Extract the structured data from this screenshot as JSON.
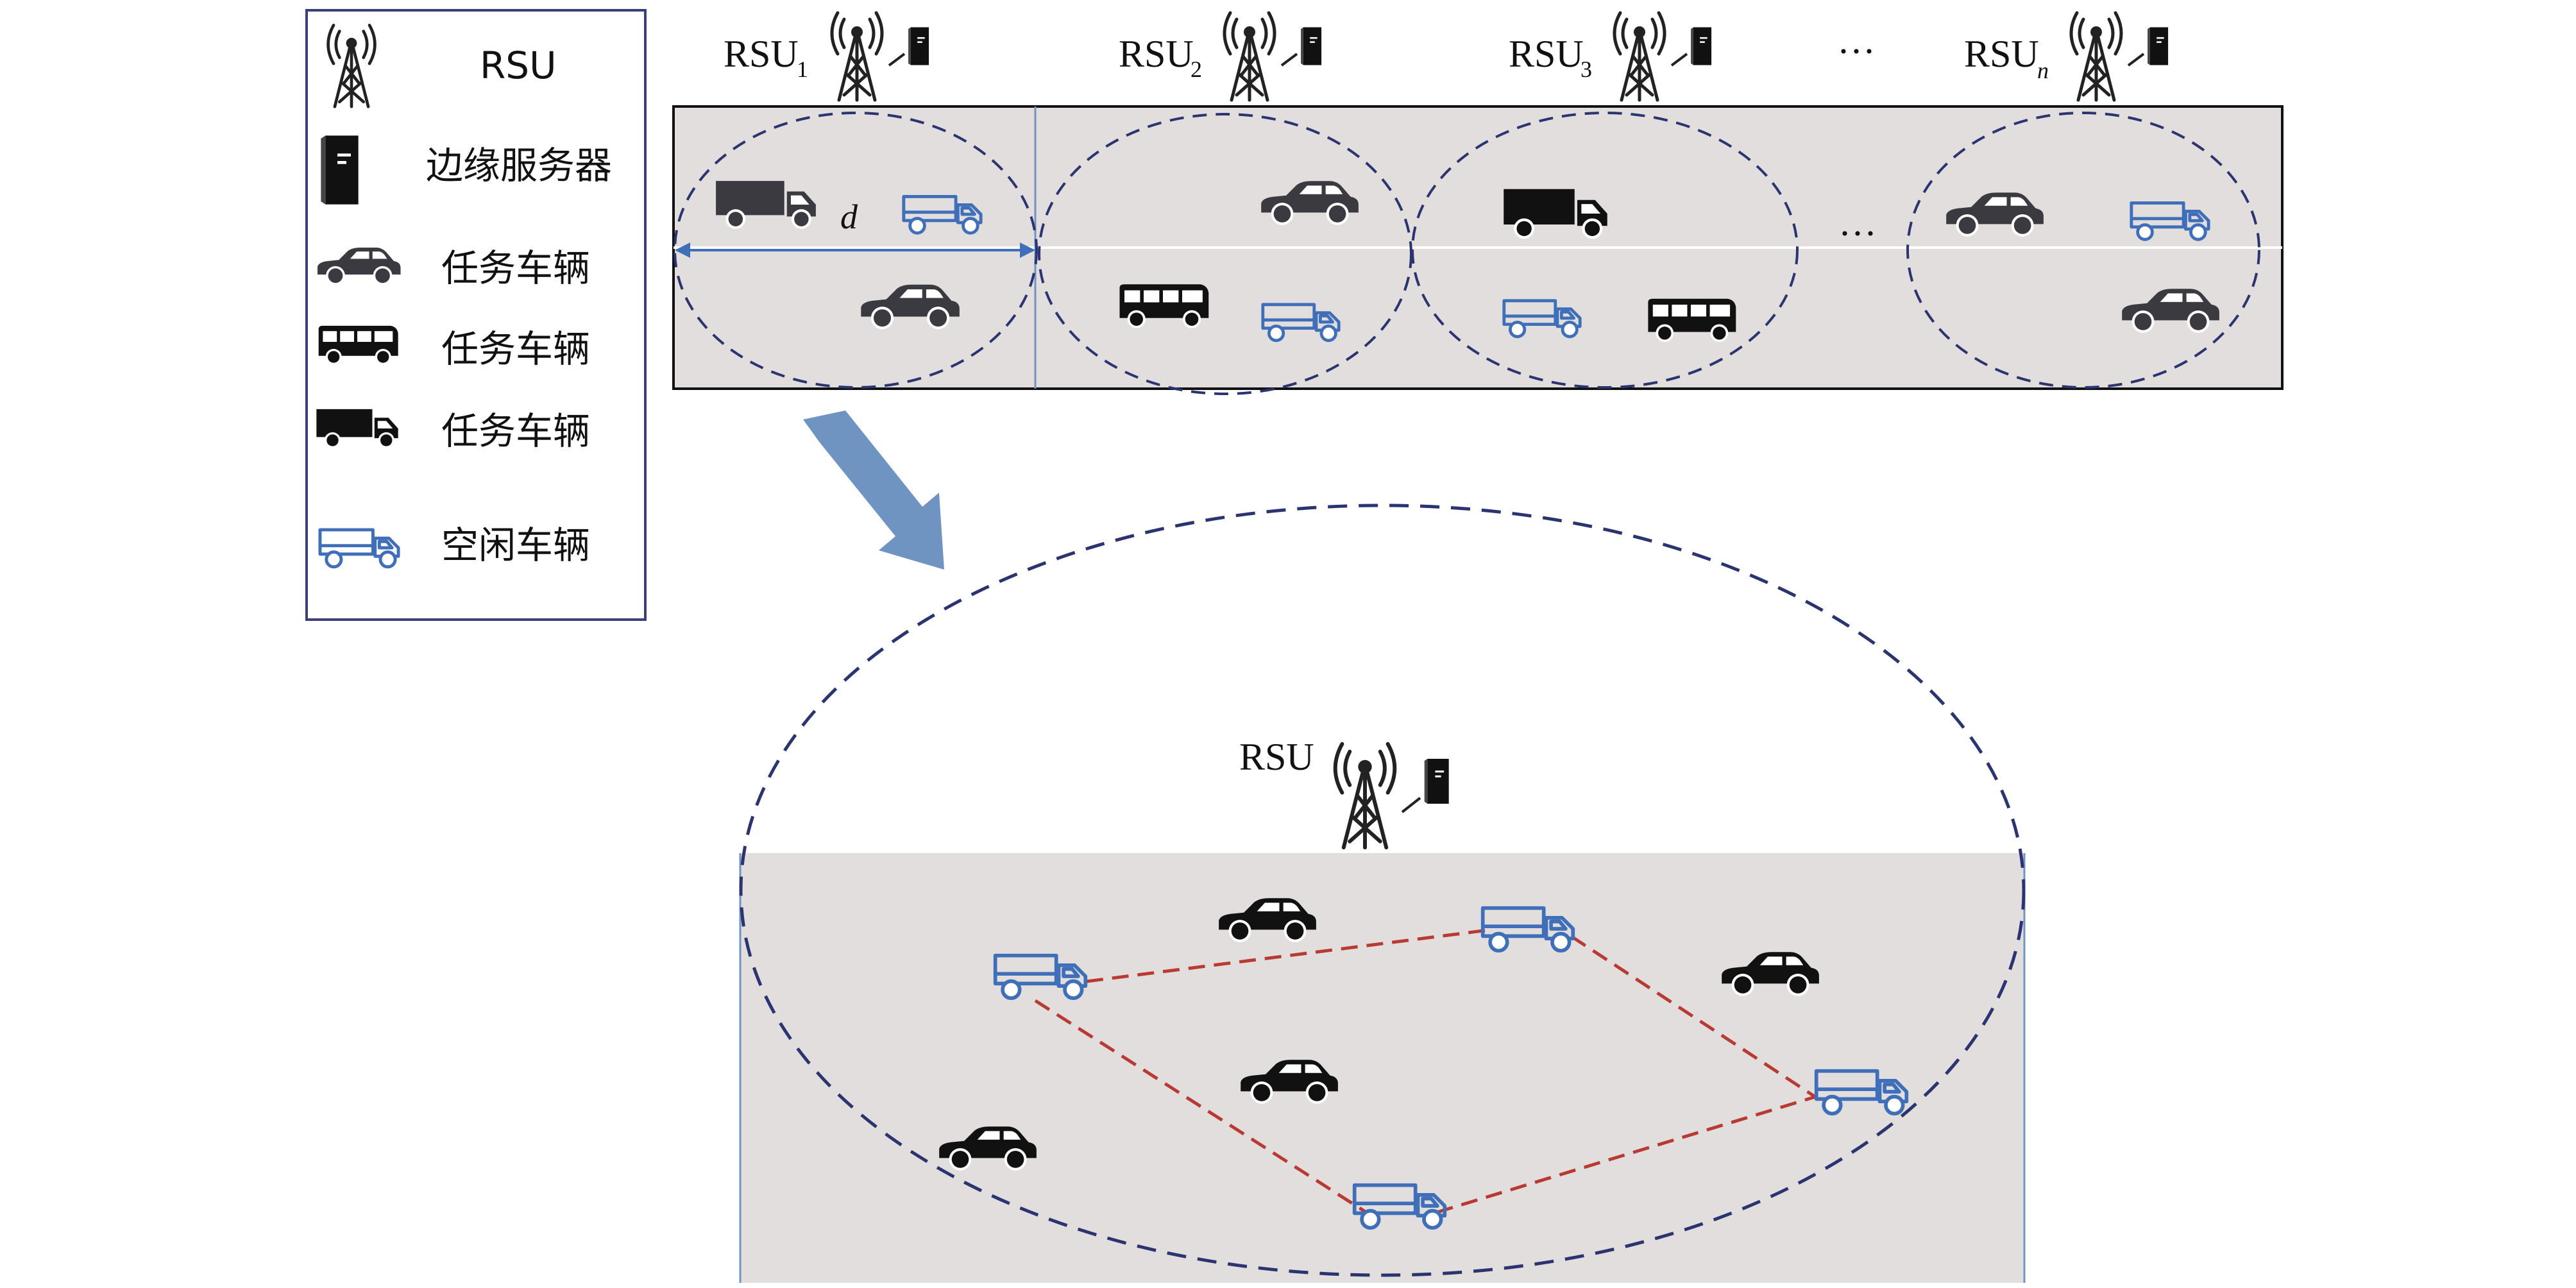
{
  "legend": {
    "items": [
      {
        "icon": "antenna-tower-icon",
        "label": "RSU"
      },
      {
        "icon": "edge-server-icon",
        "label": "边缘服务器"
      },
      {
        "icon": "car-icon",
        "label": "任务车辆"
      },
      {
        "icon": "bus-icon",
        "label": "任务车辆"
      },
      {
        "icon": "truck-icon",
        "label": "任务车辆"
      },
      {
        "icon": "idle-truck-icon",
        "label": "空闲车辆"
      }
    ]
  },
  "top_row": {
    "rsus": [
      {
        "label": "RSU",
        "sub": "1"
      },
      {
        "label": "RSU",
        "sub": "2"
      },
      {
        "label": "RSU",
        "sub": "3"
      },
      {
        "label": "RSU",
        "sub": "n"
      }
    ],
    "ellipsis": "···",
    "distance_label": "d"
  },
  "detail": {
    "rsu_label": "RSU"
  },
  "colors": {
    "road": "#e2dedd",
    "task_vehicle": "#111111",
    "task_vehicle_gray": "#3a3a40",
    "idle_vehicle": "#3e6fb8",
    "coverage_ellipse": "#2b3470",
    "v2v_link": "#b83a32",
    "arrow": "#6f94c2",
    "legend_border": "#3a3f7a"
  }
}
